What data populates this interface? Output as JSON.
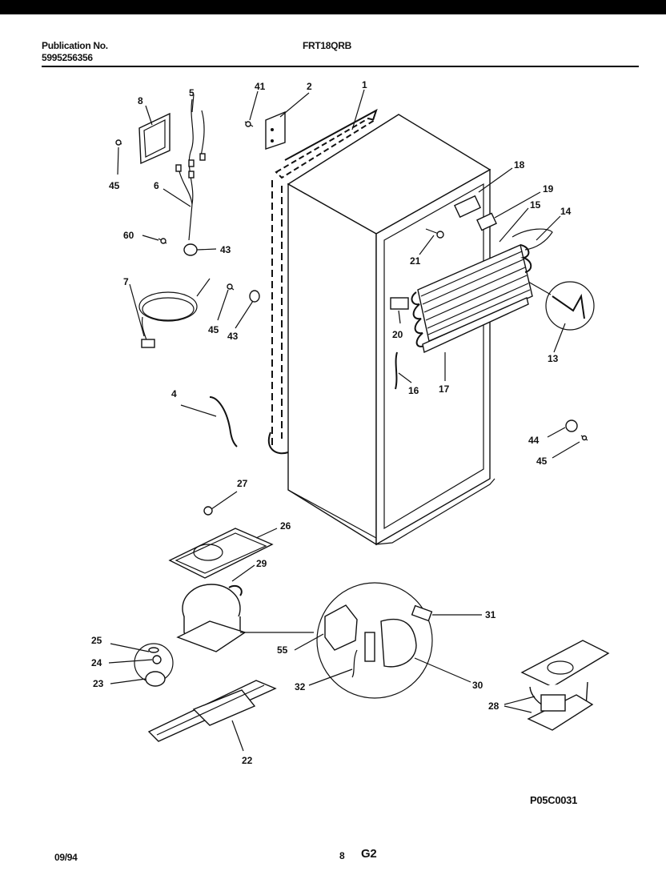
{
  "header": {
    "publication_label": "Publication No.",
    "publication_number": "5995256356",
    "model": "FRT18QRB"
  },
  "footer": {
    "date": "09/94",
    "page_number": "8",
    "section": "G2",
    "diagram_code": "P05C0031"
  },
  "callouts": [
    "1",
    "2",
    "41",
    "8",
    "5",
    "45",
    "6",
    "60",
    "43",
    "7",
    "45",
    "43",
    "4",
    "27",
    "26",
    "29",
    "25",
    "24",
    "23",
    "22",
    "55",
    "32",
    "31",
    "30",
    "18",
    "19",
    "15",
    "14",
    "21",
    "20",
    "16",
    "17",
    "13",
    "44",
    "45",
    "28"
  ]
}
